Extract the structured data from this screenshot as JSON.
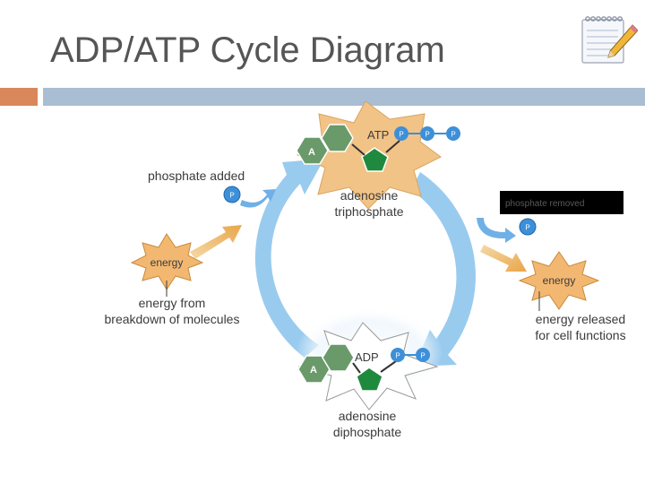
{
  "slide": {
    "title": "ADP/ATP Cycle Diagram"
  },
  "diagram": {
    "atp": {
      "badge": "ATP",
      "adenine": "A",
      "phosphates": [
        "P",
        "P",
        "P"
      ],
      "name_line1": "adenosine",
      "name_line2": "triphosphate"
    },
    "adp": {
      "badge": "ADP",
      "adenine": "A",
      "phosphates": [
        "P",
        "P"
      ],
      "name_line1": "adenosine",
      "name_line2": "diphosphate"
    },
    "phosphate_added": {
      "label": "phosphate added",
      "marker": "P"
    },
    "phosphate_removed": {
      "label": "phosphate removed",
      "marker": "P"
    },
    "energy_in": {
      "burst": "energy",
      "line1": "energy from",
      "line2": "breakdown of molecules"
    },
    "energy_out": {
      "burst": "energy",
      "line1": "energy released",
      "line2": "for cell functions"
    }
  },
  "colors": {
    "accent_orange": "#d9875b",
    "accent_blue": "#a9bdd3",
    "cycle_arrow": "#8ec5ec",
    "burst_fill": "#f2b872",
    "adenine_green": "#6a9a6a",
    "ribose_green": "#1f8a3e",
    "phosphate_blue": "#3d8fd8"
  }
}
